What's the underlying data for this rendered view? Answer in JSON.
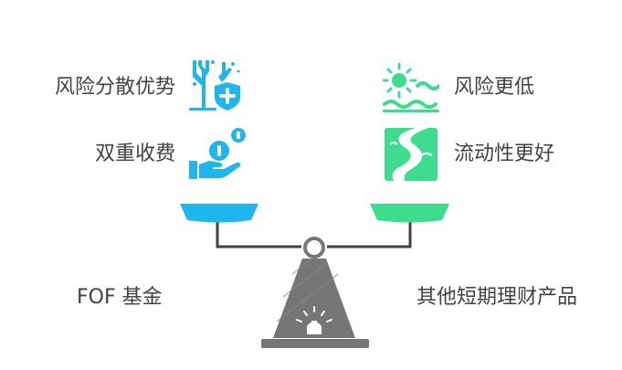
{
  "left": {
    "title": "FOF 基金",
    "features": [
      {
        "label": "风险分散优势",
        "icon": "coral-shield-plus-icon"
      },
      {
        "label": "双重收费",
        "icon": "hand-coins-icon"
      }
    ],
    "pan_color": "#1fb6f0"
  },
  "right": {
    "title": "其他短期理财产品",
    "features": [
      {
        "label": "风险更低",
        "icon": "sun-waves-icon"
      },
      {
        "label": "流动性更好",
        "icon": "river-icon"
      }
    ],
    "pan_color": "#3ddc8f"
  },
  "scale": {
    "base_color": "#767676",
    "beam_color": "#424242"
  }
}
